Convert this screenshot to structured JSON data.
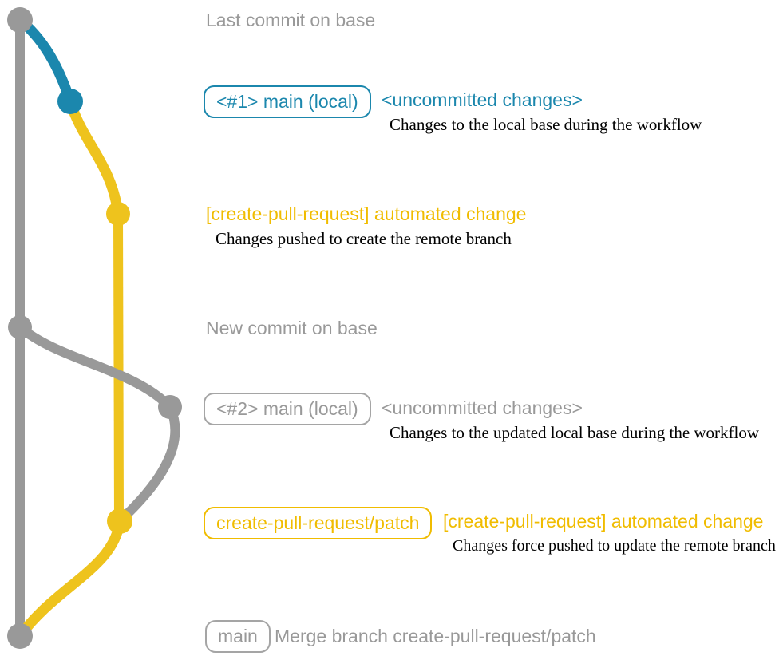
{
  "colors": {
    "base_gray": "#999999",
    "local_main_blue": "#1b87ad",
    "patch_branch_yellow": "#eec31d",
    "label_yellow": "#f0bc00",
    "description_black": "#000000"
  },
  "graph": {
    "branches": [
      {
        "name": "base",
        "color": "#999999"
      },
      {
        "name": "main-local",
        "color": "#1b87ad"
      },
      {
        "name": "create-pull-request-patch",
        "color": "#eec31d"
      }
    ],
    "commit_count": 7
  },
  "annotations": {
    "base_commit_1": "Last commit on base",
    "row1": {
      "branch_label": "<#1> main (local)",
      "commit_label": "<uncommitted changes>",
      "description": "Changes to the local base during the workflow"
    },
    "row2": {
      "commit_label": "[create-pull-request] automated change",
      "description": "Changes pushed to create the remote branch"
    },
    "base_commit_2": "New commit on base",
    "row3": {
      "branch_label": "<#2> main (local)",
      "commit_label": "<uncommitted changes>",
      "description": "Changes to the updated local base during the workflow"
    },
    "row4": {
      "branch_label": "create-pull-request/patch",
      "commit_label": "[create-pull-request] automated change",
      "description": "Changes force pushed to update the remote branch"
    },
    "row5": {
      "branch_label": "main",
      "commit_label": "Merge branch create-pull-request/patch"
    }
  }
}
